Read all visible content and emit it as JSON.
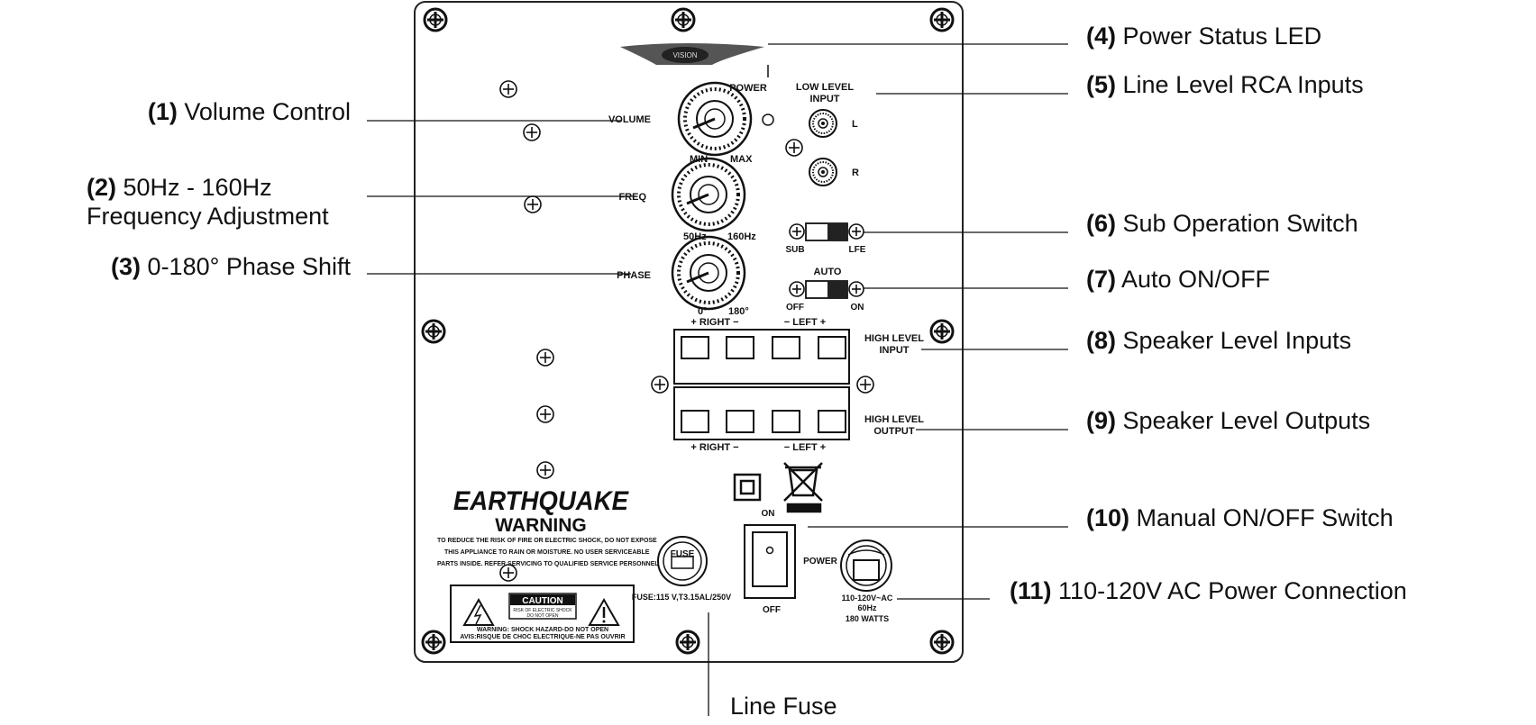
{
  "callouts": [
    {
      "num": "(1)",
      "text": "Volume Control"
    },
    {
      "num": "(2)",
      "text": "50Hz - 160Hz",
      "line2": "Frequency Adjustment"
    },
    {
      "num": "(3)",
      "text": "0-180° Phase Shift"
    },
    {
      "num": "(4)",
      "text": "Power Status LED"
    },
    {
      "num": "(5)",
      "text": "Line Level RCA Inputs"
    },
    {
      "num": "(6)",
      "text": "Sub Operation Switch"
    },
    {
      "num": "(7)",
      "text": "Auto ON/OFF"
    },
    {
      "num": "(8)",
      "text": "Speaker Level Inputs"
    },
    {
      "num": "(9)",
      "text": "Speaker Level Outputs"
    },
    {
      "num": "(10)",
      "text": "Manual ON/OFF Switch"
    },
    {
      "num": "(11)",
      "text": "110-120V AC Power Connection"
    },
    {
      "num": "",
      "text": "Line Fuse"
    }
  ],
  "panel": {
    "brand": "EARTHQUAKE",
    "logo_text": "VISION",
    "warning_title": "WARNING",
    "warning_lines": [
      "TO REDUCE THE RISK OF FIRE OR ELECTRIC SHOCK, DO NOT EXPOSE",
      "THIS APPLIANCE TO RAIN OR MOISTURE. NO USER SERVICEABLE",
      "PARTS INSIDE. REFER SERVICING TO QUALIFIED SERVICE PERSONNEL."
    ],
    "caution_title": "CAUTION",
    "caution_sub1": "RISK OF ELECTRIC SHOCK",
    "caution_sub2": "DO NOT OPEN",
    "caution_line1": "WARNING: SHOCK HAZARD-DO NOT OPEN",
    "caution_line2": "AVIS:RISQUE DE CHOC ELECTRIQUE-NE PAS OUVRIR",
    "fuse_label": "FUSE",
    "fuse_rating": "FUSE:115 V,T3.15AL/250V",
    "volume": "VOLUME",
    "min": "MIN",
    "max": "MAX",
    "freq": "FREQ",
    "hz50": "50Hz",
    "hz160": "160Hz",
    "phase": "PHASE",
    "deg0": "0°",
    "deg180": "180°",
    "power": "POWER",
    "low_level_1": "LOW LEVEL",
    "low_level_2": "INPUT",
    "rca_l": "L",
    "rca_r": "R",
    "sub": "SUB",
    "lfe": "LFE",
    "auto": "AUTO",
    "off": "OFF",
    "on": "ON",
    "right_top": "+ RIGHT −",
    "left_top": "− LEFT +",
    "right_bottom": "+ RIGHT −",
    "left_bottom": "− LEFT +",
    "hl_input_1": "HIGH LEVEL",
    "hl_input_2": "INPUT",
    "hl_output_1": "HIGH LEVEL",
    "hl_output_2": "OUTPUT",
    "switch_on": "ON",
    "switch_off": "OFF",
    "switch_power": "POWER",
    "ac_1": "110-120V~AC",
    "ac_2": "60Hz",
    "ac_3": "180 WATTS"
  }
}
